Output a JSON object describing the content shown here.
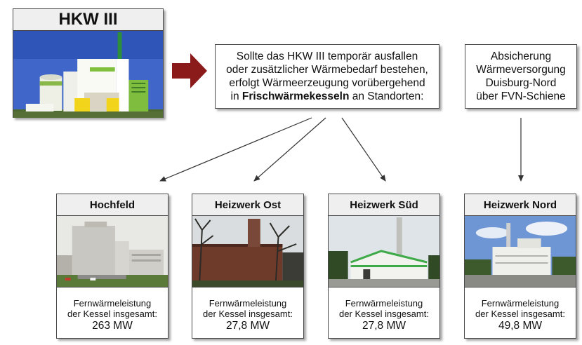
{
  "hkw": {
    "title": "HKW III"
  },
  "main_note": {
    "line1": "Sollte das HKW III temporär ausfallen",
    "line2": "oder zusätzlicher Wärmebedarf bestehen,",
    "line3": "erfolgt Wärmeerzeugung vorübergehend",
    "line4_pre": "in ",
    "line4_bold": "Frischwärmekesseln",
    "line4_post": " an Standorten:"
  },
  "side_note": {
    "line1": "Absicherung",
    "line2": "Wärmeversorgung",
    "line3": "Duisburg-Nord",
    "line4": "über FVN-Schiene"
  },
  "sites": [
    {
      "name": "Hochfeld",
      "label1": "Fernwärmeleistung",
      "label2": "der Kessel insgesamt:",
      "value": "263 MW"
    },
    {
      "name": "Heizwerk Ost",
      "label1": "Fernwärmeleistung",
      "label2": "der Kessel insgesamt:",
      "value": "27,8 MW"
    },
    {
      "name": "Heizwerk Süd",
      "label1": "Fernwärmeleistung",
      "label2": "der Kessel insgesamt:",
      "value": "27,8 MW"
    },
    {
      "name": "Heizwerk Nord",
      "label1": "Fernwärmeleistung",
      "label2": "der Kessel insgesamt:",
      "value": "49,8 MW"
    }
  ],
  "colors": {
    "arrow_red": "#8b1a1a",
    "box_border": "#4a4a4a",
    "title_fill": "#efefef"
  }
}
